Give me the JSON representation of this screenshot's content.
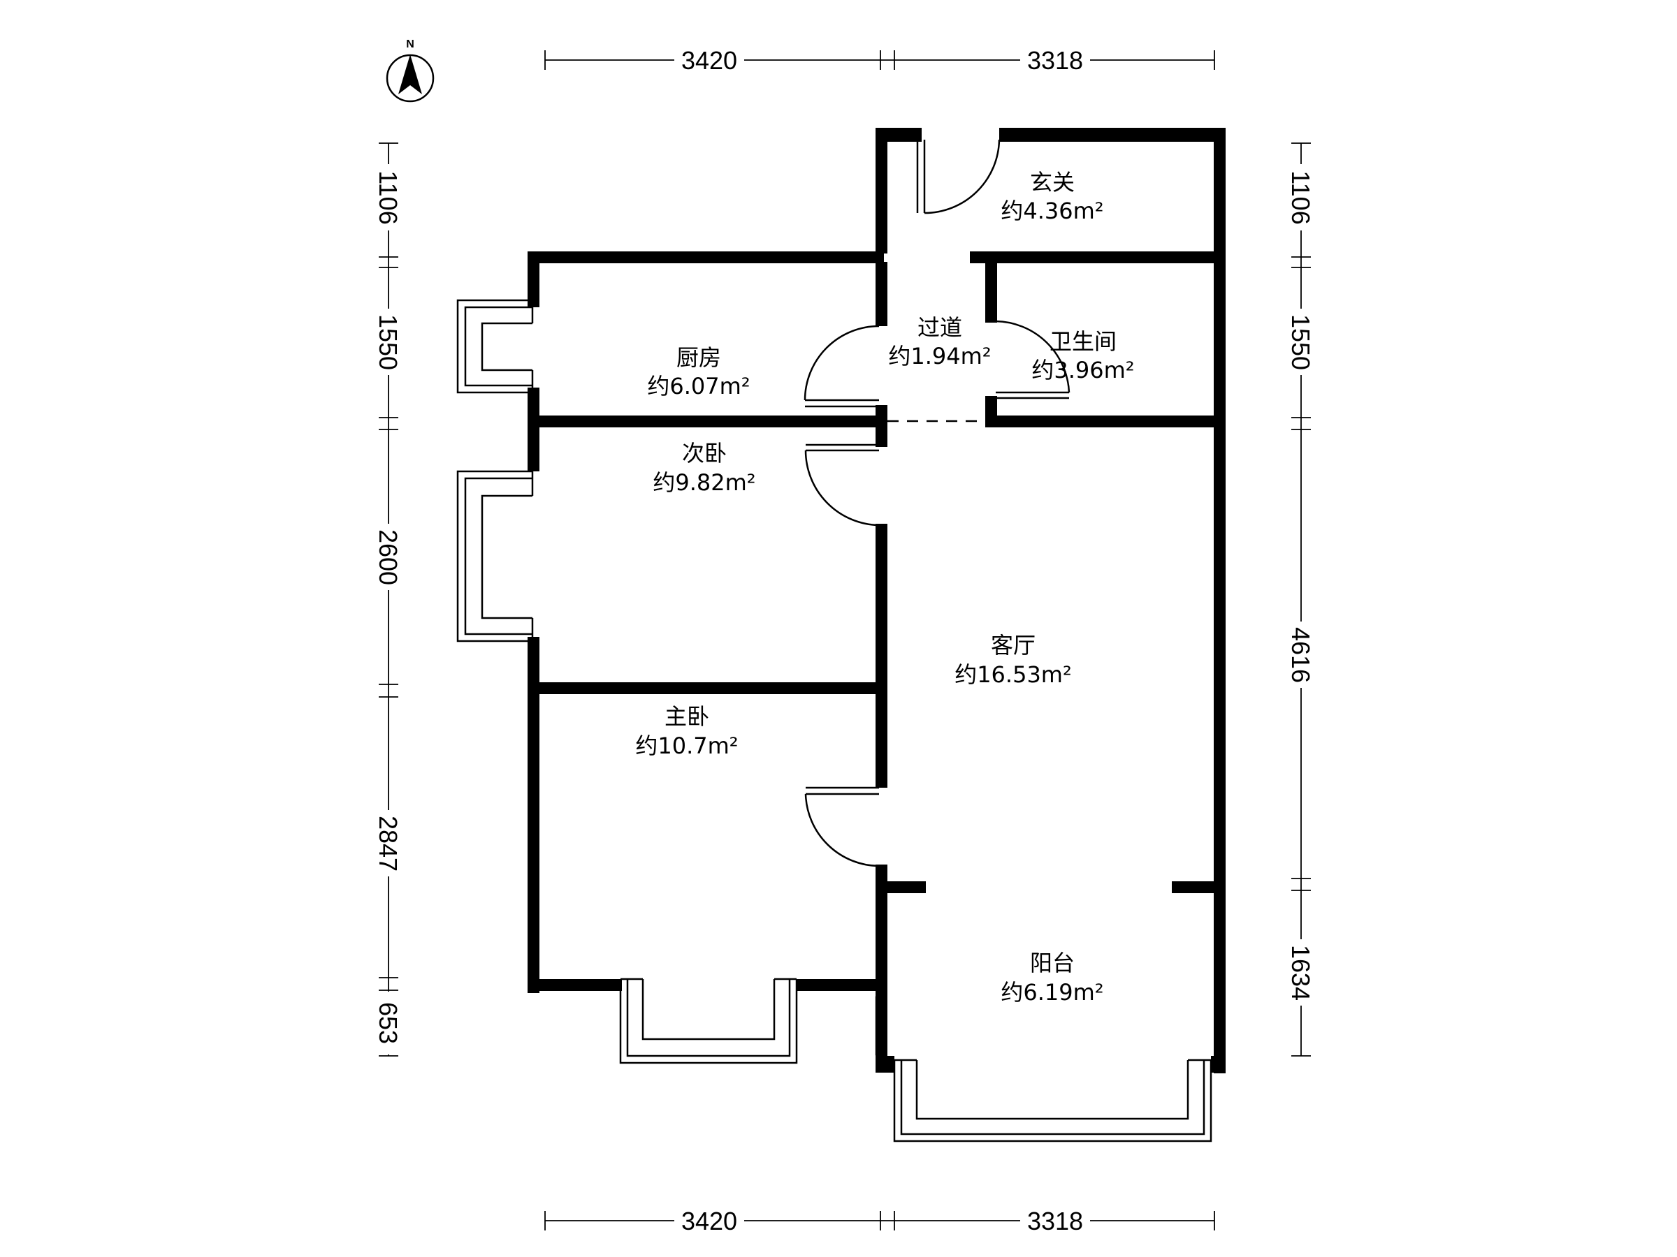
{
  "compass": {
    "label": "N",
    "icon": "north-arrow-icon"
  },
  "dimensions": {
    "top": [
      "3420",
      "3318"
    ],
    "bottom": [
      "3420",
      "3318"
    ],
    "left": [
      "1106",
      "1550",
      "2600",
      "2847",
      "653"
    ],
    "right": [
      "1106",
      "1550",
      "4616",
      "1634"
    ]
  },
  "rooms": {
    "foyer": {
      "name": "玄关",
      "area": "约4.36m²"
    },
    "corridor": {
      "name": "过道",
      "area": "约1.94m²"
    },
    "kitchen": {
      "name": "厨房",
      "area": "约6.07m²"
    },
    "bathroom": {
      "name": "卫生间",
      "area": "约3.96m²"
    },
    "second_bedroom": {
      "name": "次卧",
      "area": "约9.82m²"
    },
    "living_room": {
      "name": "客厅",
      "area": "约16.53m²"
    },
    "master_bedroom": {
      "name": "主卧",
      "area": "约10.7m²"
    },
    "balcony": {
      "name": "阳台",
      "area": "约6.19m²"
    }
  }
}
